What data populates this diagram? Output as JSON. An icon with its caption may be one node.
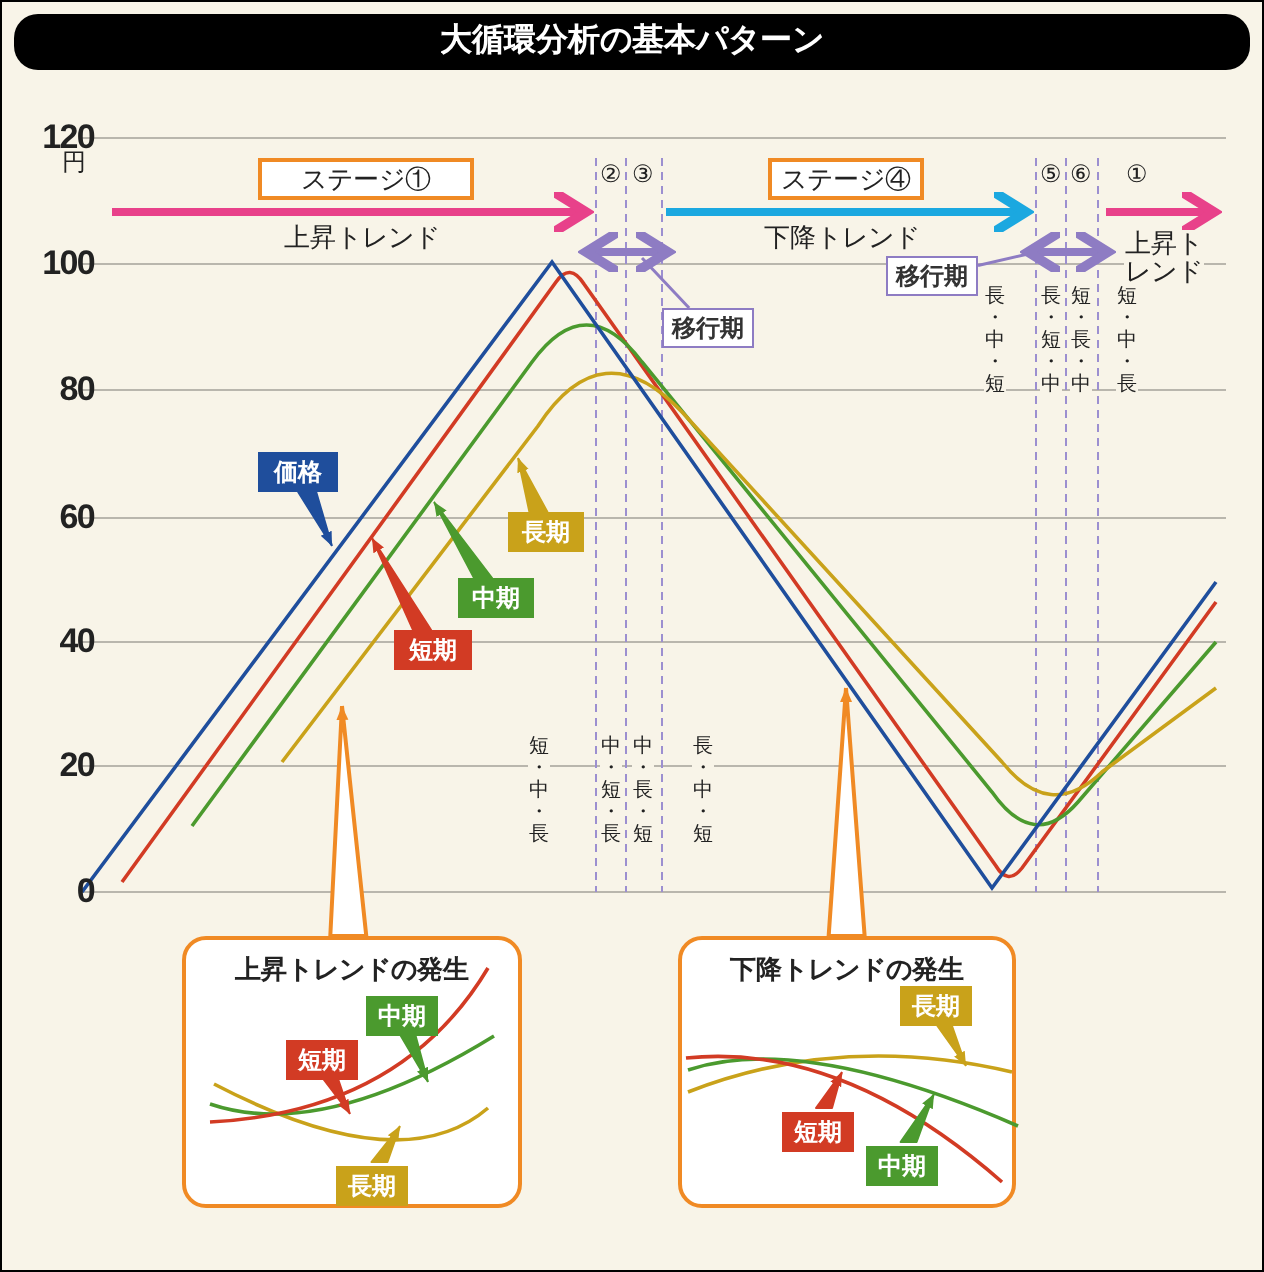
{
  "diagram": {
    "title": "大循環分析の基本パターン",
    "nodes": [
      {
        "text": [
          "ステージ①"
        ]
      },
      {
        "text": [
          "移行期"
        ]
      },
      {
        "text": [
          "ステージ④"
        ]
      },
      {
        "text": [
          "移行期"
        ]
      },
      {
        "text": [
          "価格"
        ]
      },
      {
        "text": [
          "長期"
        ]
      },
      {
        "text": [
          "中期"
        ]
      },
      {
        "text": [
          "短期"
        ]
      },
      {
        "text": [
          "上昇トレンドの発生"
        ]
      },
      {
        "text": [
          "短期"
        ],
        "in": 8
      },
      {
        "text": [
          "中期"
        ],
        "in": 8
      },
      {
        "text": [
          "長期"
        ],
        "in": 8
      },
      {
        "text": [
          "下降トレンドの発生"
        ]
      },
      {
        "text": [
          "長期"
        ],
        "in": 12
      },
      {
        "text": [
          "短期"
        ],
        "in": 12
      },
      {
        "text": [
          "中期"
        ],
        "in": 12
      }
    ],
    "edges": [
      {
        "from": 1,
        "to": null,
        "arrow": "none",
        "color": "#8e7cc3"
      },
      {
        "from": 3,
        "to": null,
        "arrow": "none",
        "color": "#8e7cc3"
      },
      {
        "from": 4,
        "to": null,
        "arrow": "to",
        "color": "#1f4e9c"
      },
      {
        "from": 5,
        "to": null,
        "arrow": "to",
        "color": "#c9a21a"
      },
      {
        "from": 6,
        "to": null,
        "arrow": "to",
        "color": "#4b9a2e"
      },
      {
        "from": 7,
        "to": null,
        "arrow": "to",
        "color": "#d23b24"
      },
      {
        "from": 8,
        "to": null,
        "arrow": "to",
        "color": "#f08a24"
      },
      {
        "from": 9,
        "to": null,
        "arrow": "to",
        "color": "#d23b24"
      },
      {
        "from": 10,
        "to": null,
        "arrow": "to",
        "color": "#4b9a2e"
      },
      {
        "from": 11,
        "to": null,
        "arrow": "to",
        "color": "#c9a21a"
      },
      {
        "from": 12,
        "to": null,
        "arrow": "to",
        "color": "#f08a24"
      },
      {
        "from": 13,
        "to": null,
        "arrow": "to",
        "color": "#c9a21a"
      },
      {
        "from": 14,
        "to": null,
        "arrow": "to",
        "color": "#d23b24"
      },
      {
        "from": 15,
        "to": null,
        "arrow": "to",
        "color": "#4b9a2e"
      }
    ],
    "labels": [
      "120",
      "円",
      "②",
      "③",
      "⑤",
      "⑥",
      "①",
      "上昇トレンド",
      "下降トレンド",
      "上昇トレンド",
      "100",
      "長・中・短",
      "長・短・中",
      "短・長・中",
      "短・中・長",
      "80",
      "60",
      "40",
      "20",
      "短・中・長",
      "中・短・長",
      "中・長・短",
      "長・中・短",
      "0"
    ]
  }
}
